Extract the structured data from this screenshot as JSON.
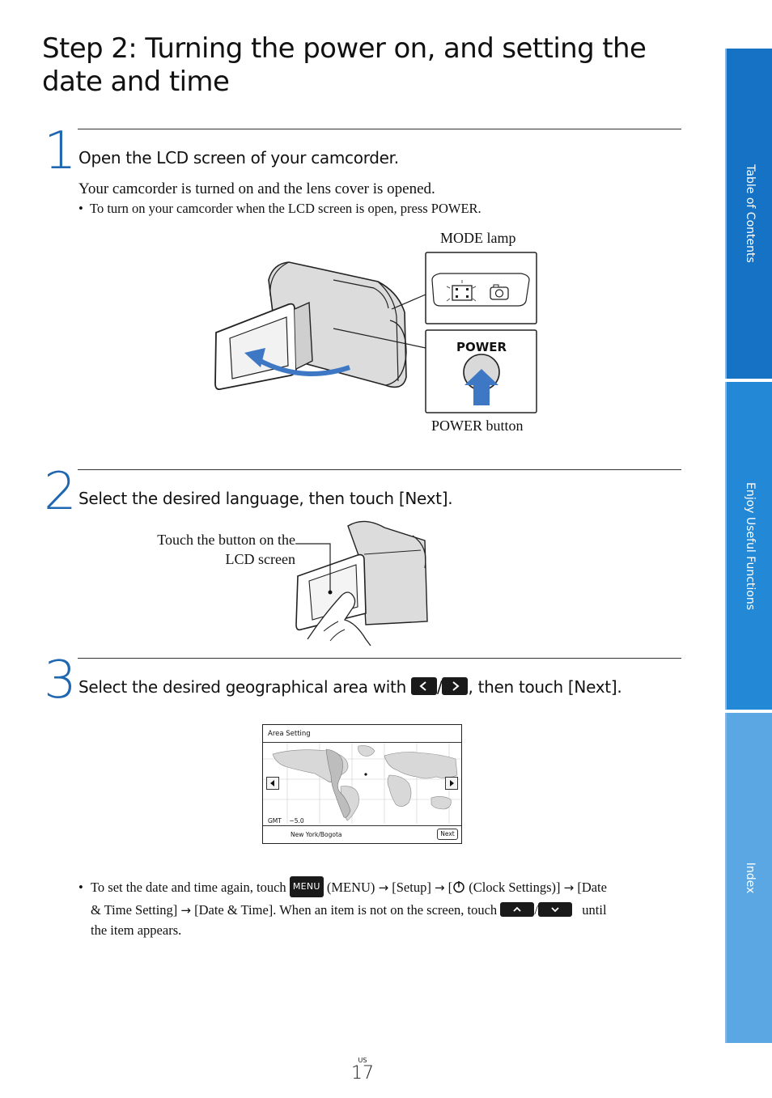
{
  "page": {
    "title": "Step 2: Turning the power on, and setting the date and time",
    "page_region": "US",
    "page_number": "17"
  },
  "side_nav": {
    "items": [
      {
        "label": "Table of Contents",
        "color": "#1572c4"
      },
      {
        "label": "Enjoy Useful Functions",
        "color": "#2389d6"
      },
      {
        "label": "Index",
        "color": "#5aa7e3"
      }
    ]
  },
  "step1": {
    "number": "1",
    "heading": "Open the LCD screen of your camcorder.",
    "text": "Your camcorder is turned on and the lens cover is opened.",
    "bullet": "To turn on your camcorder when the LCD screen is open, press POWER.",
    "callout_mode_lamp": "MODE lamp",
    "callout_power_button": "POWER button",
    "inset_power_label": "POWER"
  },
  "step2": {
    "number": "2",
    "heading": "Select the desired language, then touch [Next].",
    "callout_line1": "Touch the button on the",
    "callout_line2": "LCD screen"
  },
  "step3": {
    "number": "3",
    "heading_part1": "Select the desired geographical area with",
    "heading_sep": "/",
    "heading_part2": ", then touch [Next].",
    "screen": {
      "title": "Area Setting",
      "gmt_label": "GMT",
      "gmt_value": "−5.0",
      "city": "New York/Bogota",
      "next_button": "Next"
    }
  },
  "note": {
    "part1": "To set the date and time again, touch",
    "menu_icon_label": "MENU",
    "part2": "(MENU)",
    "part3": "[Setup]",
    "part4_open": "[",
    "part4_close": "(Clock Settings)]",
    "part5": "[Date",
    "line2_part1": "& Time Setting]",
    "line2_part2": "[Date & Time]. When an item is not on the screen, touch",
    "line2_sep": "/",
    "line2_part3": "until",
    "line3": "the item appears.",
    "arrow_glyph": "→"
  }
}
